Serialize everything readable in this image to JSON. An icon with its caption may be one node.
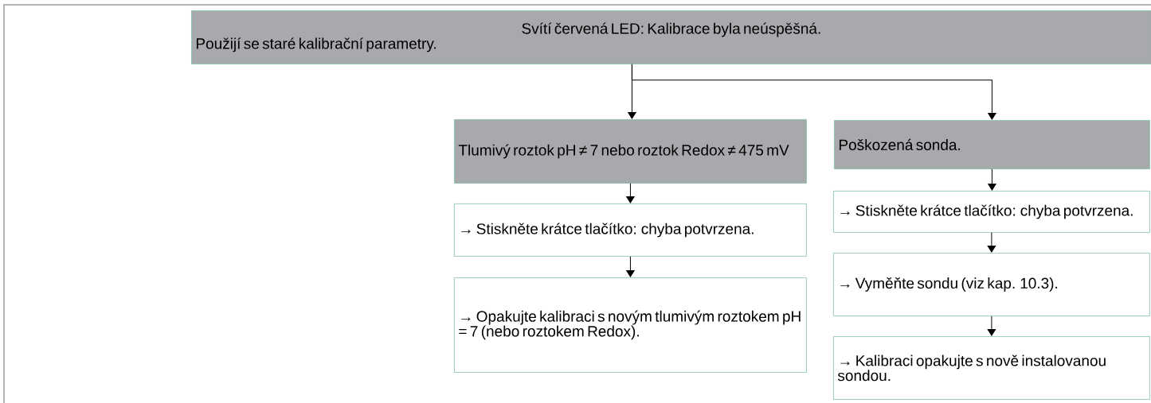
{
  "diagram": {
    "nodes": [
      {
        "text": [
          "Svítí červená LED: Kalibrace byla neúspěšná.",
          "Použijí se staré kalibrační parametry."
        ]
      },
      {
        "text": [
          "Tlumivý roztok pH ≠ 7 nebo roztok Redox ≠ 475 mV"
        ]
      },
      {
        "text": [
          "Poškozená sonda."
        ]
      },
      {
        "text": [
          "→ Stiskněte krátce tlačítko: chyba potvrzena."
        ]
      },
      {
        "text": [
          "→ Opakujte kalibraci s novým tlumivým roztokem pH = 7 (nebo roztokem Redox)."
        ]
      },
      {
        "text": [
          "→ Stiskněte krátce tlačítko: chyba potvrzena."
        ]
      },
      {
        "text": [
          "→ Vyměňte sondu (viz kap. 10.3)."
        ]
      },
      {
        "text": [
          "→ Kalibraci opakujte s nově instalovanou sondou."
        ]
      }
    ],
    "edges": [
      {
        "from": 0,
        "to": 1,
        "arrow": "to"
      },
      {
        "from": 0,
        "to": 2,
        "arrow": "to"
      },
      {
        "from": 1,
        "to": 3,
        "arrow": "to"
      },
      {
        "from": 3,
        "to": 4,
        "arrow": "to"
      },
      {
        "from": 2,
        "to": 5,
        "arrow": "to"
      },
      {
        "from": 5,
        "to": 6,
        "arrow": "to"
      },
      {
        "from": 6,
        "to": 7,
        "arrow": "to"
      }
    ]
  }
}
